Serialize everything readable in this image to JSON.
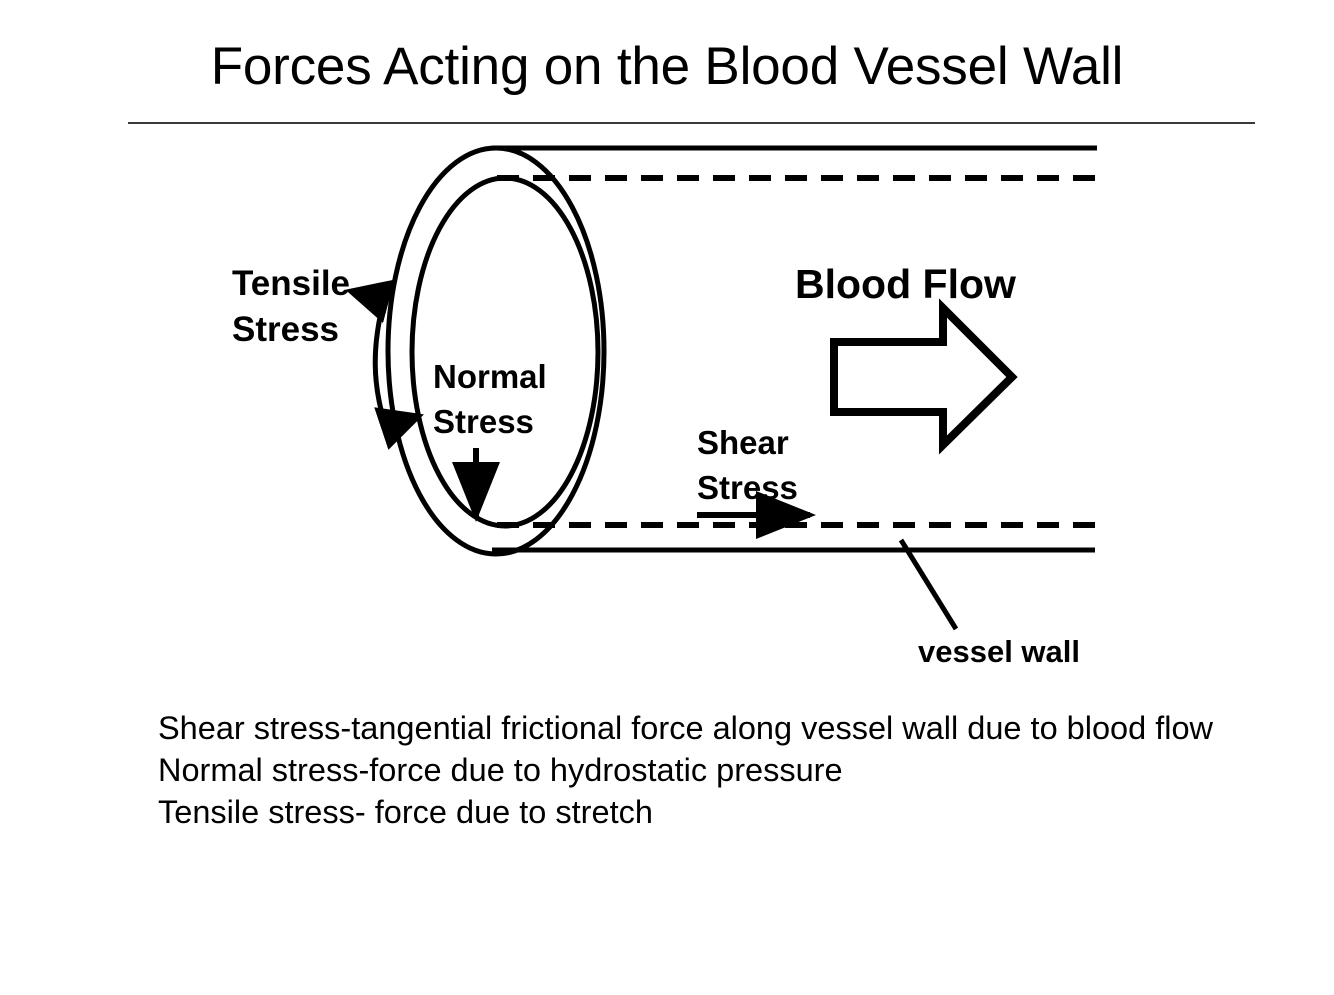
{
  "slide": {
    "title": "Forces Acting on the Blood Vessel Wall",
    "rule_color": "#3a3a3a",
    "background": "#ffffff",
    "ink_color": "#000000"
  },
  "diagram": {
    "name": "blood-vessel-cylinder-diagram",
    "labels": {
      "tensile_line1": "Tensile",
      "tensile_line2": "Stress",
      "normal_line1": "Normal",
      "normal_line2": "Stress",
      "shear_line1": "Shear",
      "shear_line2": "Stress",
      "blood_flow": "Blood Flow",
      "vessel_wall": "vessel wall"
    },
    "elements": {
      "outer_ellipse": "vessel-outer-wall-ellipse",
      "inner_ellipse": "vessel-lumen-ellipse",
      "top_solid_line": "vessel-outer-wall-top-line",
      "bottom_solid_line": "vessel-outer-wall-bottom-line",
      "top_dashed_line": "vessel-lumen-top-dashed-line",
      "bottom_dashed_line": "vessel-lumen-bottom-dashed-line",
      "tensile_arrow": "tensile-stress-double-arrow",
      "normal_arrow": "normal-stress-down-arrow",
      "shear_arrow": "shear-stress-right-arrow",
      "blood_flow_arrow": "blood-flow-block-arrow",
      "vessel_wall_leader": "vessel-wall-leader-line"
    }
  },
  "body": {
    "lines": [
      "Shear stress-tangential frictional force along vessel wall due to blood flow",
      "Normal stress-force due to hydrostatic pressure",
      "Tensile stress- force due to stretch"
    ]
  }
}
